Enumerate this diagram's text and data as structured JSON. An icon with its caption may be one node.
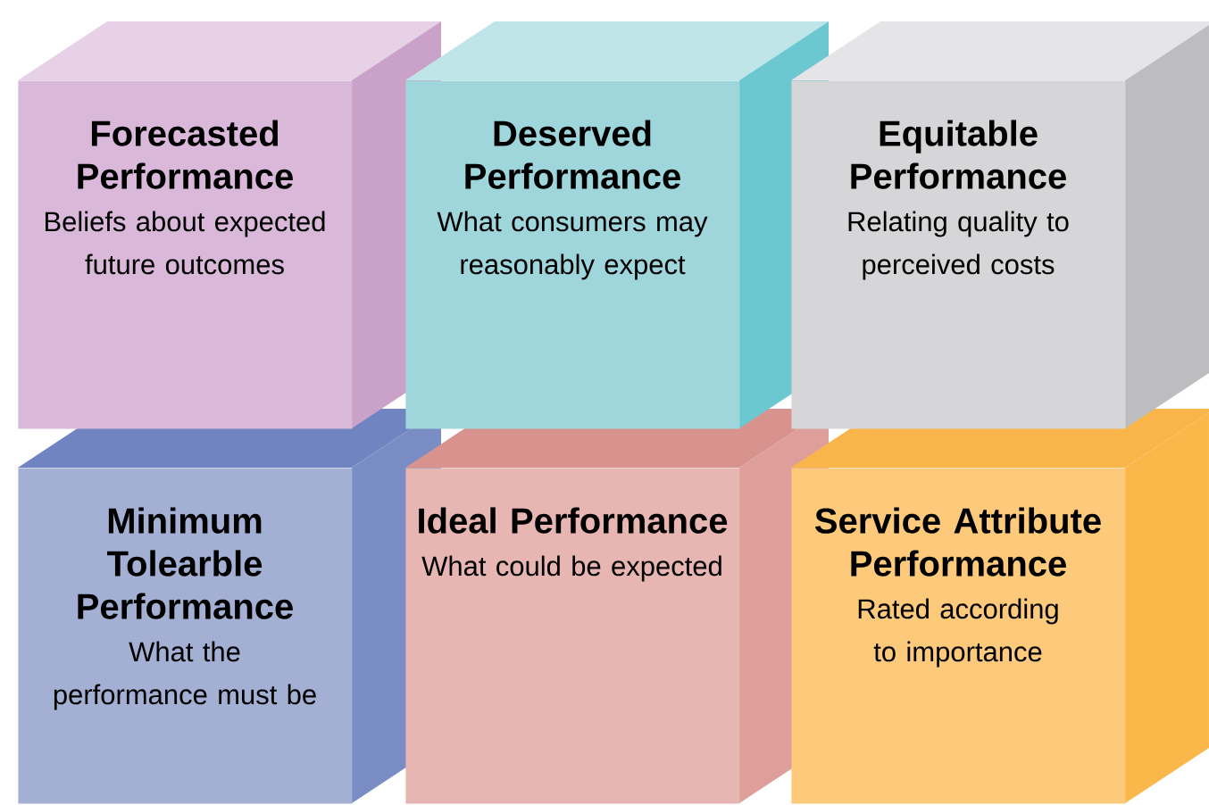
{
  "diagram": {
    "nodes": [
      {
        "text": [
          "Forecasted Performance",
          "Beliefs about expected future outcomes"
        ]
      },
      {
        "text": [
          "Deserved Performance",
          "What consumers may reasonably expect"
        ]
      },
      {
        "text": [
          "Equitable Performance",
          "Relating quality to perceived costs"
        ]
      },
      {
        "text": [
          "Minimum Tolearble Performance",
          "What the performance must be"
        ]
      },
      {
        "text": [
          "Ideal Performance",
          "What could be expected"
        ]
      },
      {
        "text": [
          "Service Attribute Performance",
          "Rated according to importance"
        ]
      }
    ]
  }
}
